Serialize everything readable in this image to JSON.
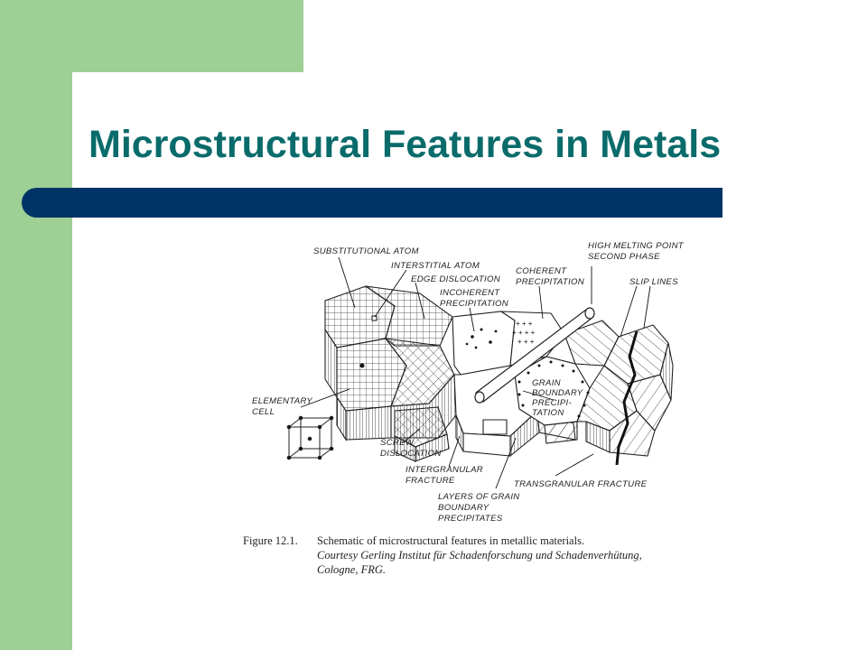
{
  "slide": {
    "title": "Microstructural Features in Metals"
  },
  "figure": {
    "labels": {
      "substitutional_atom": "SUBSTITUTIONAL ATOM",
      "interstitial_atom": "INTERSTITIAL ATOM",
      "edge_dislocation": "EDGE DISLOCATION",
      "incoherent_precipitation_1": "INCOHERENT",
      "incoherent_precipitation_2": "PRECIPITATION",
      "coherent_precipitation_1": "COHERENT",
      "coherent_precipitation_2": "PRECIPITATION",
      "high_melting_point_1": "HIGH MELTING POINT",
      "high_melting_point_2": "SECOND PHASE",
      "slip_lines": "SLIP LINES",
      "elementary_cell_1": "ELEMENTARY",
      "elementary_cell_2": "CELL",
      "grain_boundary_1": "GRAIN",
      "grain_boundary_2": "BOUNDARY",
      "grain_boundary_3": "PRECIPI-",
      "grain_boundary_4": "TATION",
      "screw_dislocation_1": "SCREW",
      "screw_dislocation_2": "DISLOCATION",
      "intergranular_fracture_1": "INTERGRANULAR",
      "intergranular_fracture_2": "FRACTURE",
      "transgranular_fracture": "TRANSGRANULAR FRACTURE",
      "layers_1": "LAYERS OF GRAIN",
      "layers_2": "BOUNDARY",
      "layers_3": "PRECIPITATES"
    },
    "caption": {
      "number": "Figure 12.1.",
      "line1": "Schematic of microstructural features in metallic materials.",
      "line2": "Courtesy Gerling Institut für Schadenforschung und Schadenverhütung,",
      "line3": "Cologne, FRG."
    }
  },
  "colors": {
    "sidebar": "#9ecf95",
    "title": "#0a6b6b",
    "rule": "#003366"
  }
}
